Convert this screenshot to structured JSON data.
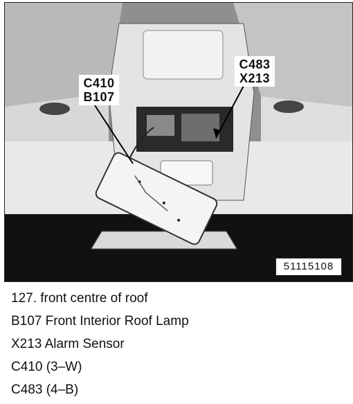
{
  "figure": {
    "callout_left": [
      "C410",
      "B107"
    ],
    "callout_right": [
      "C483",
      "X213"
    ],
    "figure_id": "51115108"
  },
  "caption": [
    "127. front centre of roof",
    "B107 Front Interior Roof Lamp",
    "X213 Alarm Sensor",
    "C410 (3–W)",
    "C483 (4–B)"
  ]
}
